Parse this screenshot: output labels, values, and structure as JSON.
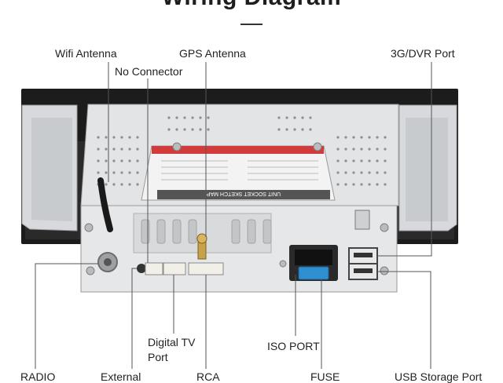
{
  "title": "Wiring Diagram",
  "labels": {
    "wifi_antenna": "Wifi  Antenna",
    "gps_antenna": "GPS  Antenna",
    "no_connector": "No Connector",
    "dvr_port": "3G/DVR Port",
    "digital_tv_line1": "Digital TV",
    "digital_tv_line2": "Port",
    "iso_port": "ISO PORT",
    "radio": "RADIO",
    "external": "External",
    "rca": "RCA",
    "fuse": "FUSE",
    "usb_storage": "USB Storage Port"
  },
  "sticker": {
    "title": "UNIT SOCKET SKETCH MAP"
  },
  "colors": {
    "chassis": "#dcdcdc",
    "frame": "#1c1c1c",
    "callout_line": "#555555",
    "iso_connector": "#2a2a2a",
    "fuse": "#2f8fd0",
    "gps_connector": "#c8a24a"
  }
}
